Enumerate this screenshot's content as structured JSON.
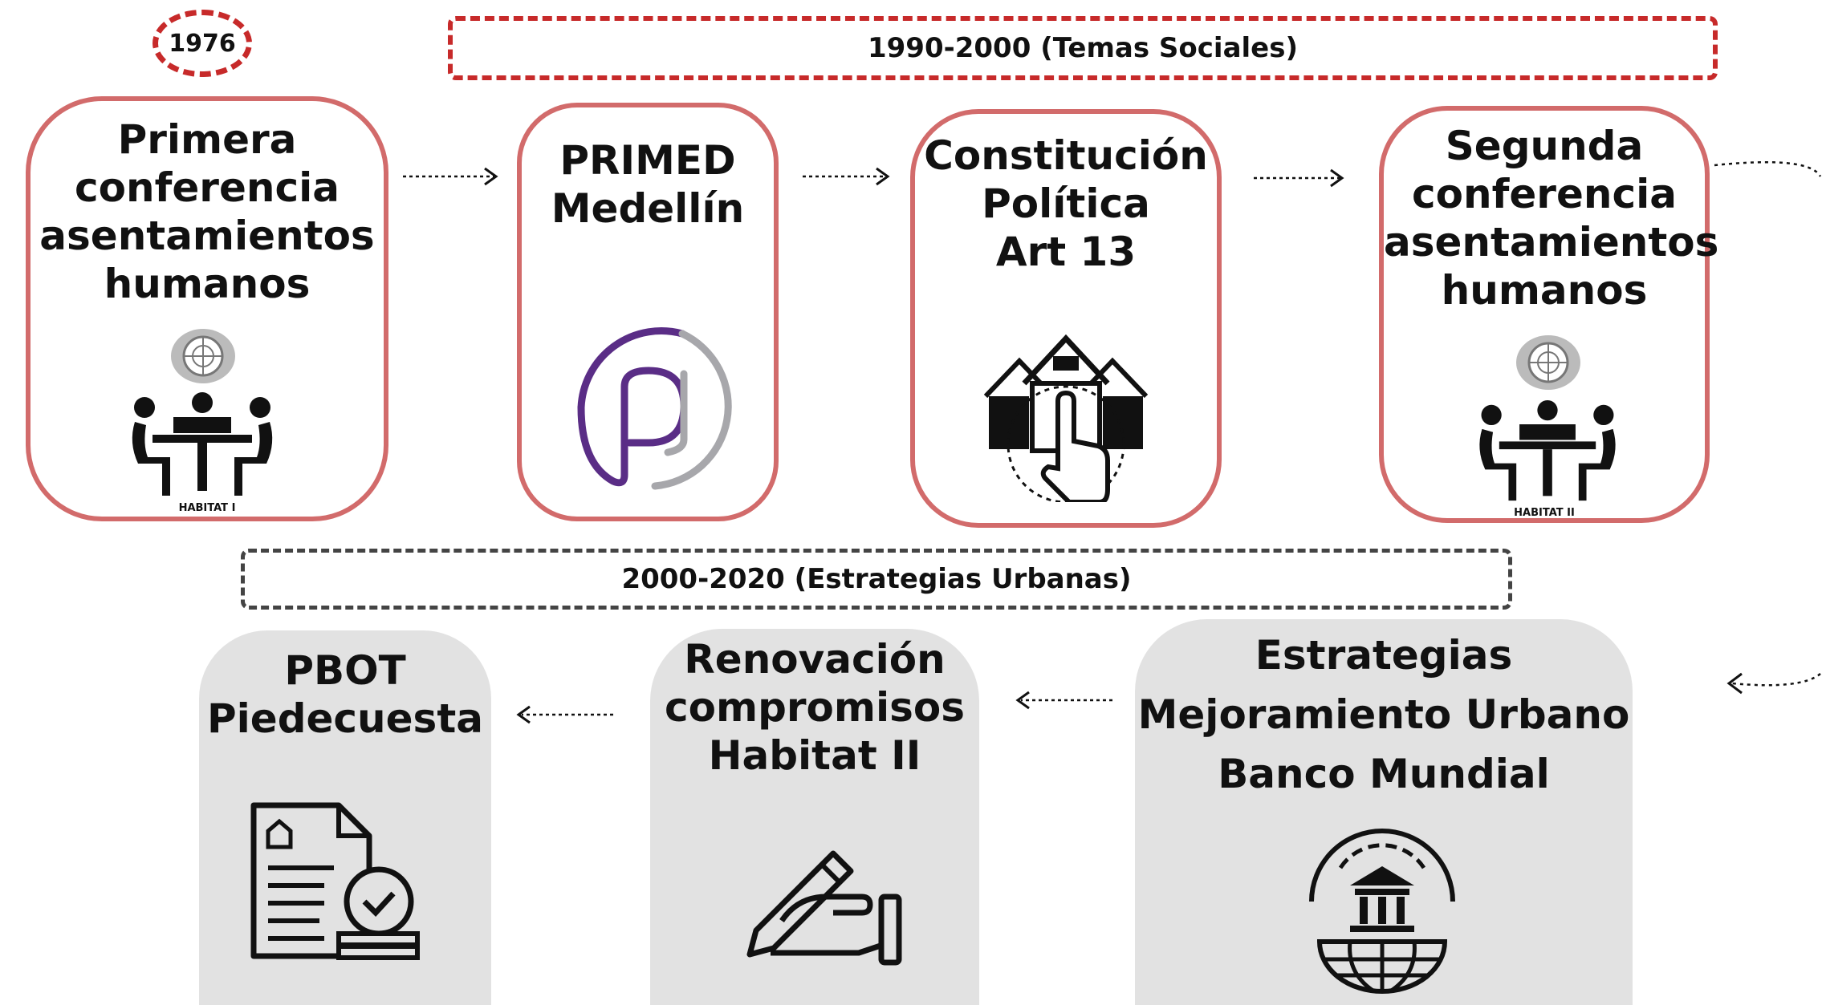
{
  "top_year": "1976",
  "period_1990": "1990-2000 (Temas Sociales)",
  "period_2000": "2000-2020 (Estrategias Urbanas)",
  "cards": {
    "habitat1": {
      "lines": [
        "Primera",
        "conferencia",
        "asentamientos",
        "humanos"
      ],
      "caption": "HABITAT I"
    },
    "primed": {
      "lines": [
        "PRIMED",
        "Medellín"
      ]
    },
    "constitucion": {
      "lines": [
        "Constitución",
        "Política",
        "Art 13"
      ]
    },
    "habitat2": {
      "lines": [
        "Segunda",
        "conferencia",
        "asentamientos",
        "humanos"
      ],
      "caption": "HABITAT II"
    },
    "estrategias": {
      "lines": [
        "Estrategias",
        "Mejoramiento Urbano",
        "Banco Mundial"
      ]
    },
    "renovacion": {
      "lines": [
        "Renovación",
        "compromisos",
        "Habitat II"
      ]
    },
    "pbot": {
      "lines": [
        "PBOT",
        "Piedecuesta"
      ]
    }
  },
  "colors": {
    "red_accent": "#d26b6b",
    "dark_red_dash": "#c72a2a",
    "dark_dash": "#444444",
    "grey_card": "#e2e2e2",
    "primed_purple": "#5a2d86",
    "primed_grey": "#a7a7ab"
  }
}
